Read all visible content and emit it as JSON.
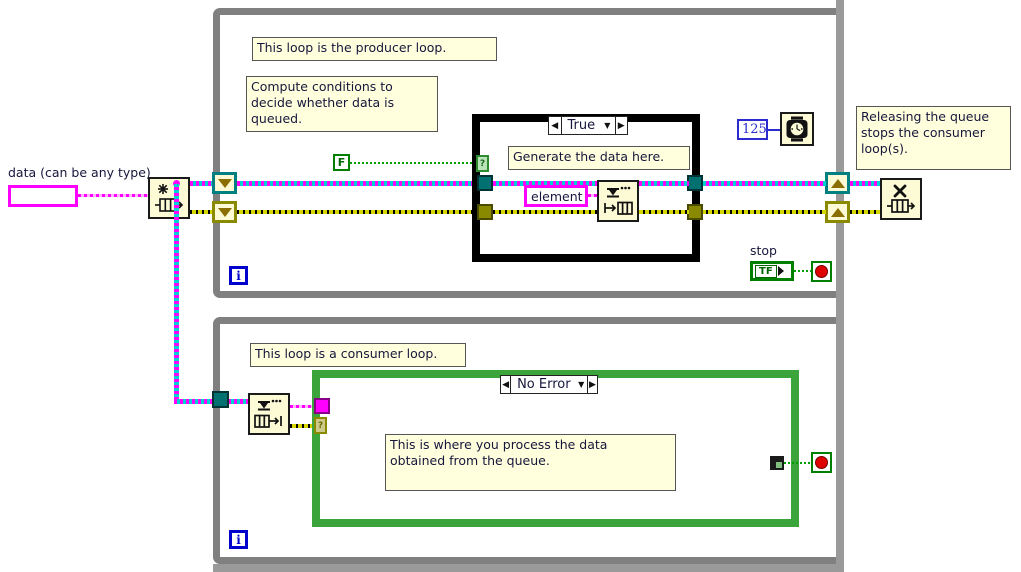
{
  "diagram": {
    "title": "LabVIEW producer/consumer queue block diagram",
    "app": "LabVIEW Block Diagram"
  },
  "controls": {
    "data_label": "data (can be any type)",
    "stop_label": "stop",
    "stop_value": "TF",
    "false_constant": "F",
    "wait_ms": "125",
    "element_label": "element"
  },
  "comments": {
    "producer": "This loop is the producer loop.",
    "compute": "Compute conditions to\ndecide whether data is\nqueued.",
    "generate": "Generate the data here.",
    "release": "Releasing the queue\nstops the consumer\nloop(s).",
    "consumer": "This loop is a consumer loop.",
    "process": "This is where you process the data\nobtained from the queue."
  },
  "cases": {
    "producer_case": {
      "selected": "True",
      "left_arrow": "◀",
      "right_arrow": "▶",
      "dropdown": "▼"
    },
    "consumer_case": {
      "selected": "No Error",
      "left_arrow": "◀",
      "right_arrow": "▶",
      "dropdown": "▼"
    }
  },
  "nodes": {
    "obtain_queue": "obtain-queue-vi",
    "enqueue": "enqueue-element-vi",
    "dequeue": "dequeue-element-vi",
    "release_queue": "release-queue-vi",
    "wait_ms_node": "wait-ms-timer-vi"
  },
  "loops": {
    "producer_iteration": "i",
    "consumer_iteration": "i"
  },
  "colors": {
    "loop_border": "#808080",
    "comment_bg": "#ffffdd",
    "vi_bg": "#fdfbd6",
    "refnum_wire": "#00d2d2",
    "variant_wire": "#ff00ff",
    "error_wire": "#d6d600",
    "bool_wire": "#00a000",
    "numeric_wire": "#2b2bd0",
    "case_error_frame": "#3ba53b",
    "stop_red": "#e00000"
  }
}
